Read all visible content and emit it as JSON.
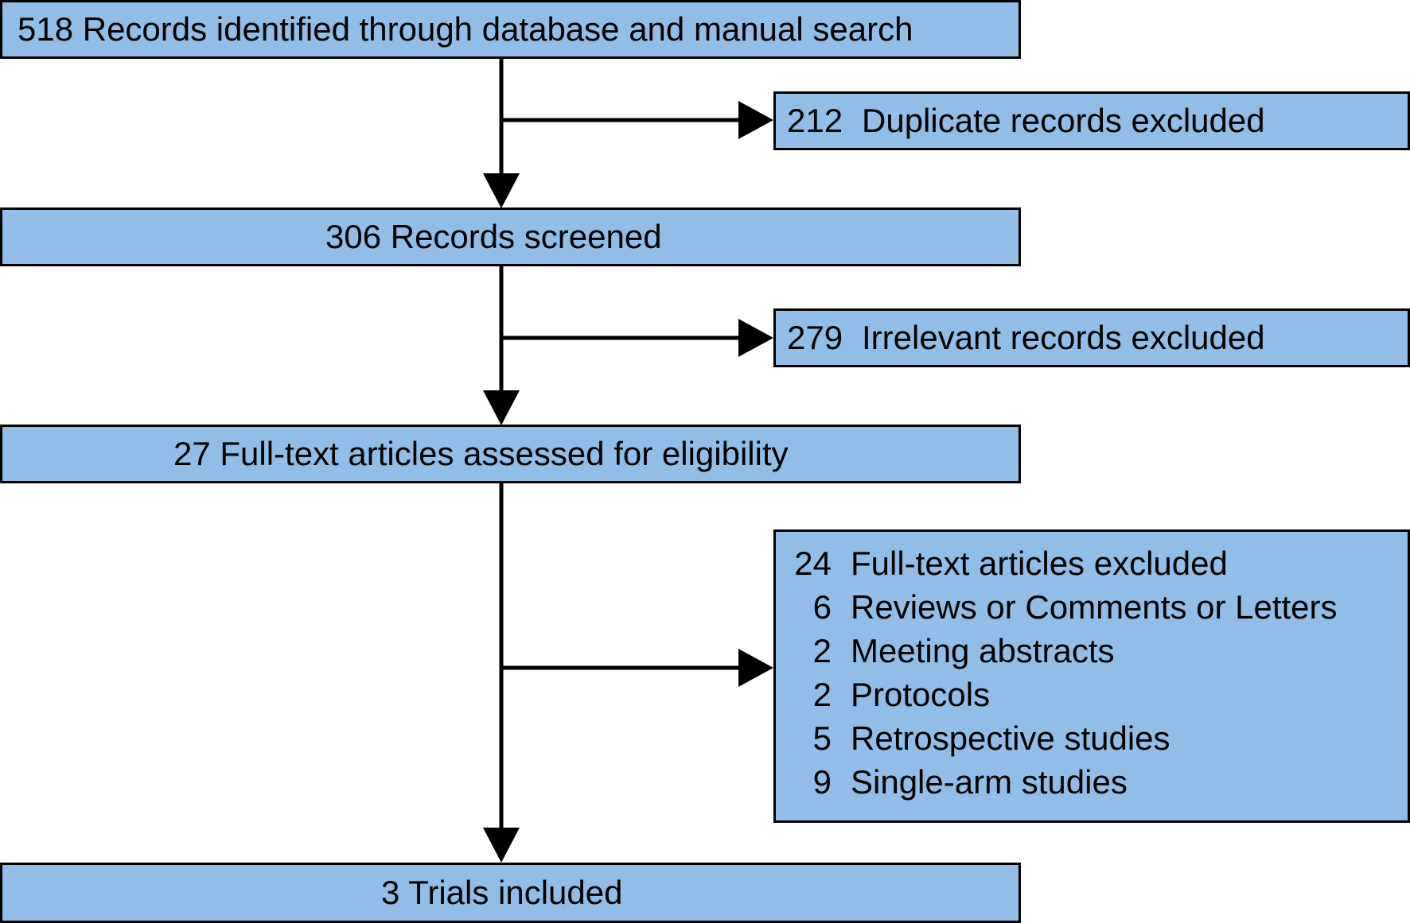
{
  "colors": {
    "box_fill": "#92bde6",
    "stroke": "#000000",
    "background": "#ffffff"
  },
  "main_boxes": [
    {
      "id": "identified",
      "text": "518 Records identified through database and manual search"
    },
    {
      "id": "screened",
      "text": "306 Records screened"
    },
    {
      "id": "assessed",
      "text": "27 Full-text articles assessed for eligibility"
    },
    {
      "id": "included",
      "text": "3 Trials included"
    }
  ],
  "exclusions": {
    "duplicates": {
      "count": "212",
      "label": "Duplicate records excluded"
    },
    "irrelevant": {
      "count": "279",
      "label": "Irrelevant records excluded"
    },
    "fulltext": {
      "count": "24",
      "label": "Full-text articles excluded",
      "reasons": [
        {
          "count": "6",
          "label": "Reviews or Comments or Letters"
        },
        {
          "count": "2",
          "label": "Meeting abstracts"
        },
        {
          "count": "2",
          "label": "Protocols"
        },
        {
          "count": "5",
          "label": "Retrospective studies"
        },
        {
          "count": "9",
          "label": "Single-arm studies"
        }
      ]
    }
  }
}
